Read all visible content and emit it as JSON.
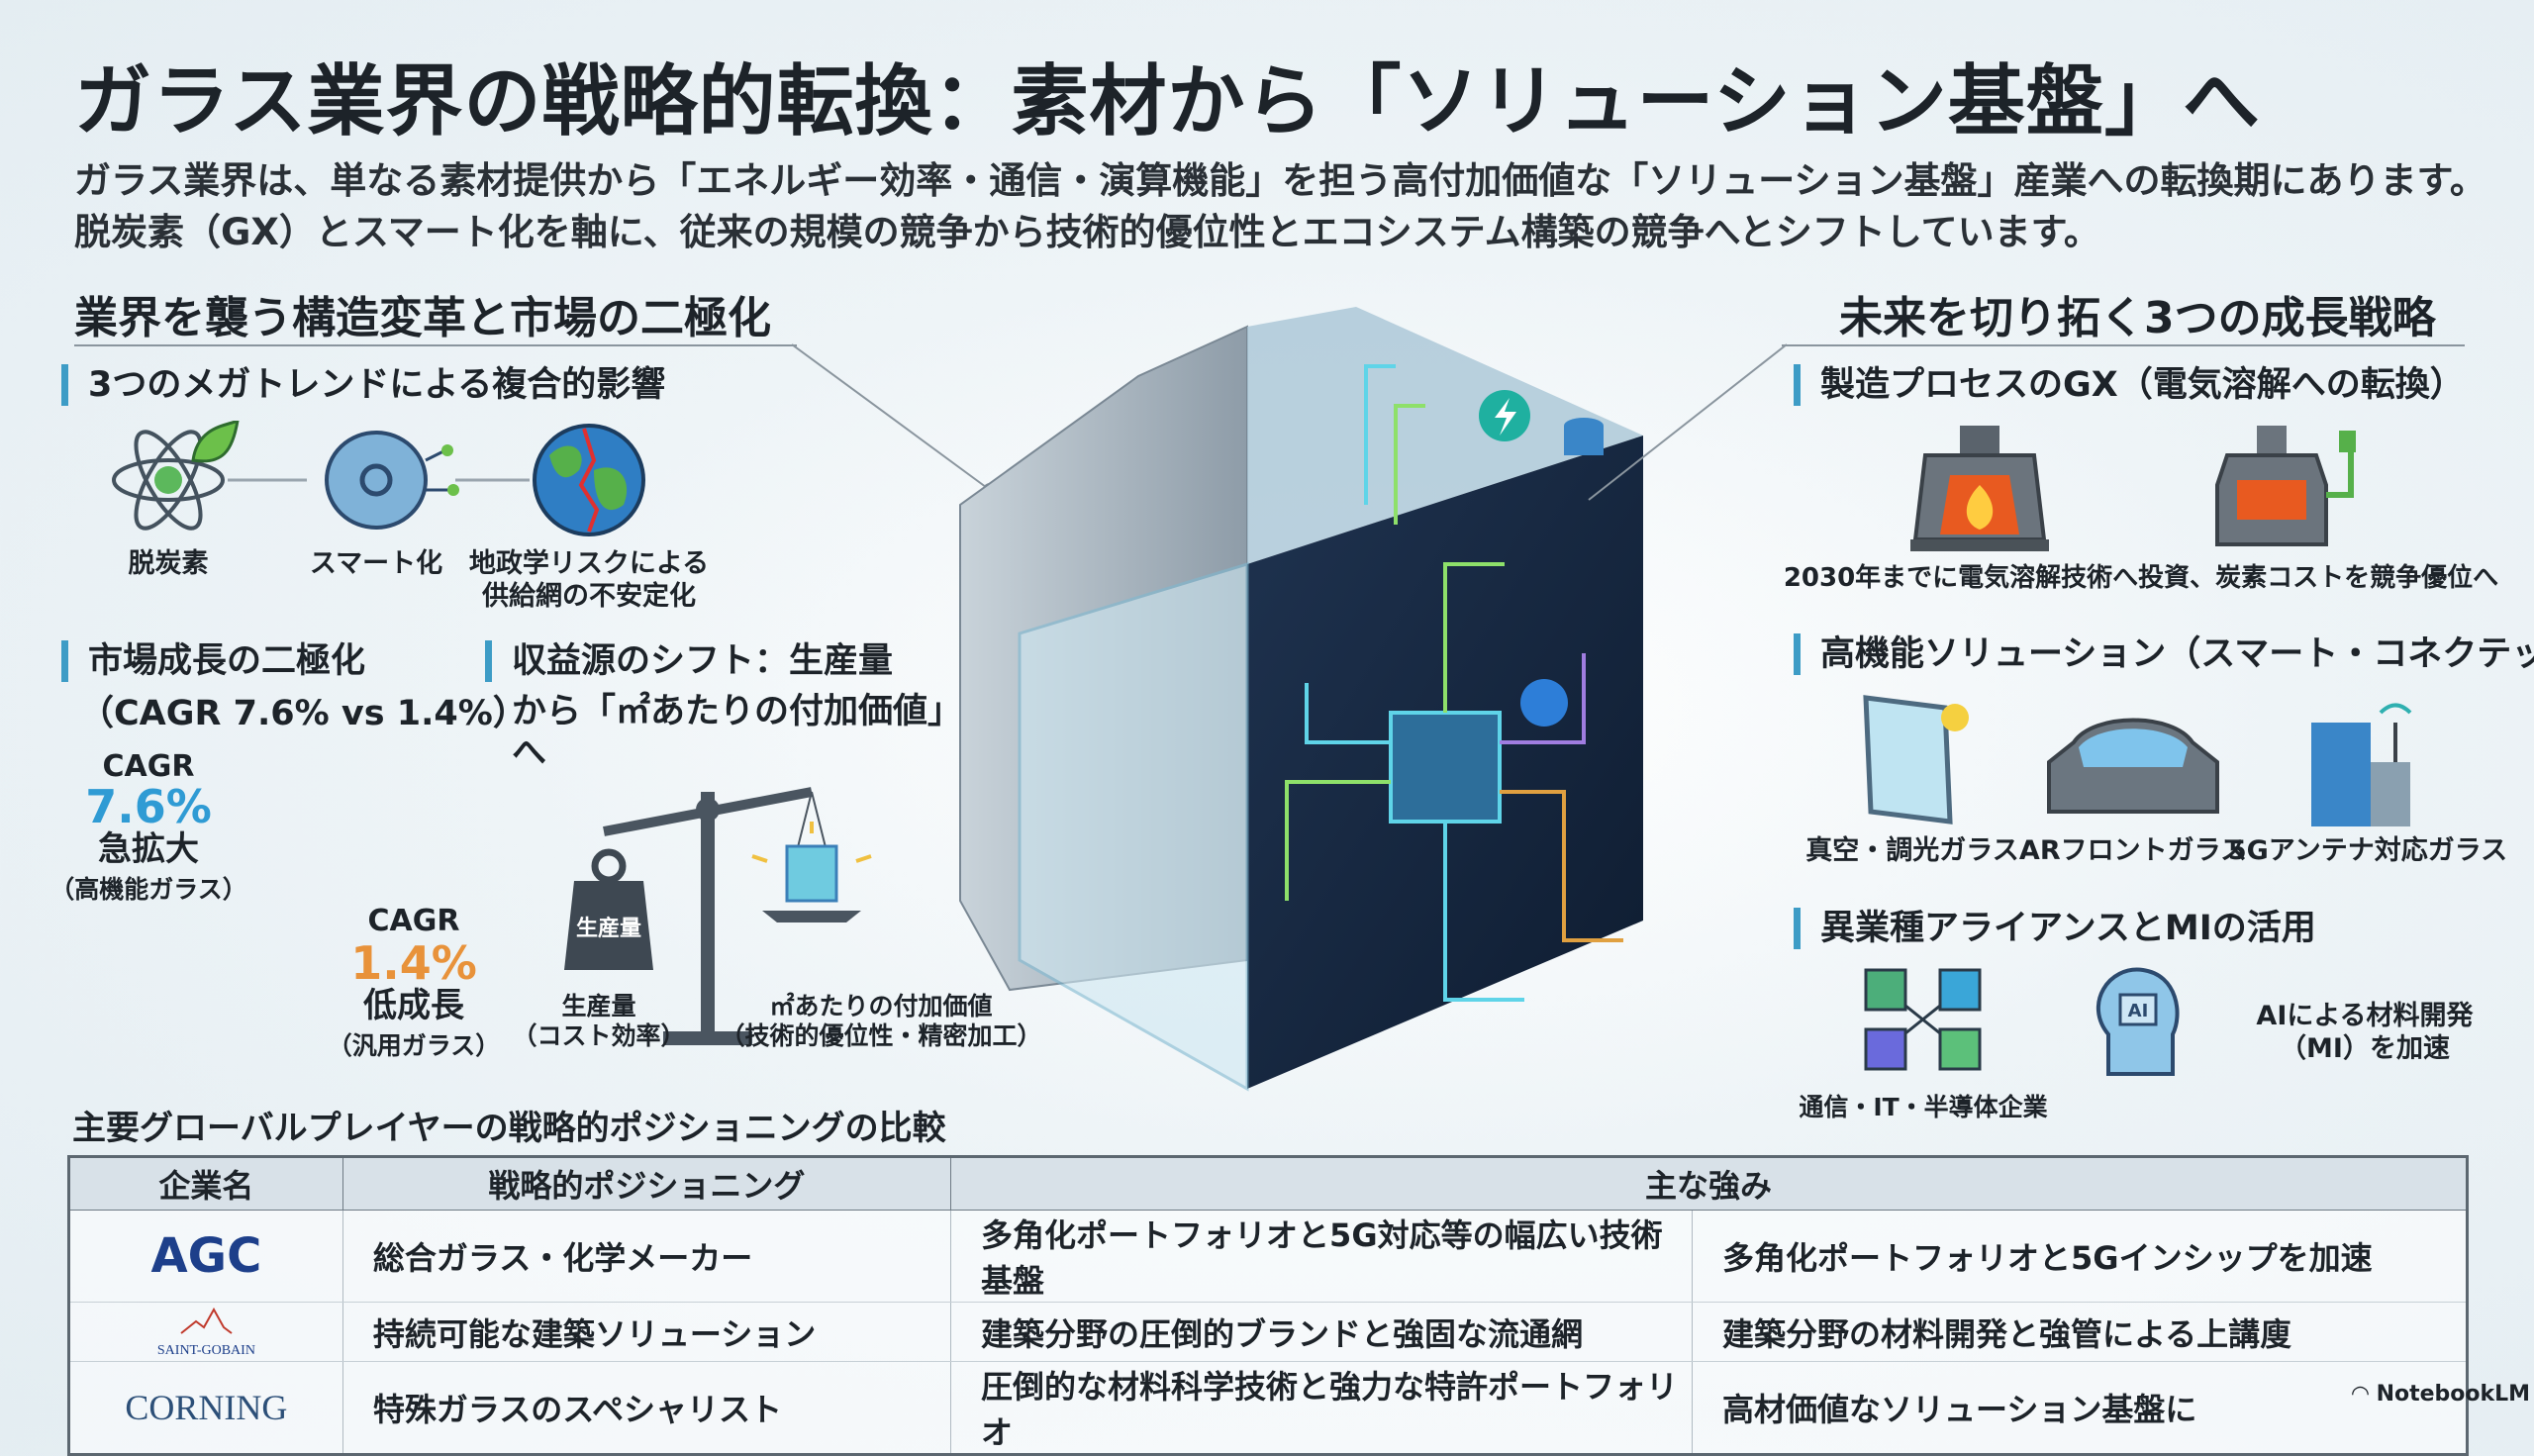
{
  "title": "ガラス業界の戦略的転換：素材から「ソリューション基盤」へ",
  "intro": [
    "ガラス業界は、単なる素材提供から「エネルギー効率・通信・演算機能」を担う高付加価値な「ソリューション基盤」産業への転換期にあります。",
    "脱炭素（GX）とスマート化を軸に、従来の規模の競争から技術的優位性とエコシステム構築の競争へとシフトしています。"
  ],
  "left": {
    "heading": "業界を襲う構造変革と市場の二極化",
    "megatrends": {
      "heading": "3つのメガトレンドによる複合的影響",
      "items": [
        "脱炭素",
        "スマート化",
        "地政学リスクによる",
        "供給網の不安定化"
      ]
    },
    "polar": {
      "heading": [
        "市場成長の二極化",
        "（CAGR 7.6% vs 1.4%）"
      ],
      "high": {
        "label": "CAGR",
        "value": "7.6%",
        "desc": "急拡大",
        "sub": "（高機能ガラス）",
        "color": "#2f9bd4"
      },
      "low": {
        "label": "CAGR",
        "value": "1.4%",
        "desc": "低成長",
        "sub": "（汎用ガラス）",
        "color": "#e8923a"
      }
    },
    "shift": {
      "heading": [
        "収益源のシフト：生産量",
        "から「㎡あたりの付加価値」",
        "へ"
      ],
      "weight": "生産量",
      "left": [
        "生産量",
        "（コスト効率）"
      ],
      "right": [
        "㎡あたりの付加価値",
        "（技術的優位性・精密加工）"
      ]
    }
  },
  "right": {
    "heading": "未来を切り拓く3つの成長戦略",
    "gx": {
      "heading": "製造プロセスのGX（電気溶解への転換）",
      "caption": "2030年までに電気溶解技術へ投資、炭素コストを競争優位へ"
    },
    "smart": {
      "heading": "高機能ソリューション（スマート・コネクテッド）",
      "items": [
        "真空・調光ガラス",
        "ARフロントガラス",
        "5Gアンテナ対応ガラス"
      ]
    },
    "alliance": {
      "heading": "異業種アライアンスとMIの活用",
      "partners": "通信・IT・半導体企業",
      "ai_chip": "AI",
      "mi": [
        "AIによる材料開発",
        "（MI）を加速"
      ]
    }
  },
  "table": {
    "heading": "主要グローバルプレイヤーの戦略的ポジショニングの比較",
    "headers": [
      "企業名",
      "戦略的ポジショニング",
      "主な強み"
    ],
    "rows": [
      {
        "company": "AGC",
        "position": "総合ガラス・化学メーカー",
        "s1": "多角化ポートフォリオと5G対応等の幅広い技術基盤",
        "s2": "多角化ポートフォリオと5Gインシップを加速"
      },
      {
        "company": "SAINT-GOBAIN",
        "position": "持続可能な建築ソリューション",
        "s1": "建築分野の圧倒的ブランドと強固な流通網",
        "s2": "建築分野の材料開発と強管による上講廋"
      },
      {
        "company": "CORNING",
        "position": "特殊ガラスのスペシャリスト",
        "s1": "圧倒的な材料科学技術と強力な特許ポートフォリオ",
        "s2": "高材価値なソリューション基盤に"
      }
    ]
  },
  "footer": "NotebookLM"
}
